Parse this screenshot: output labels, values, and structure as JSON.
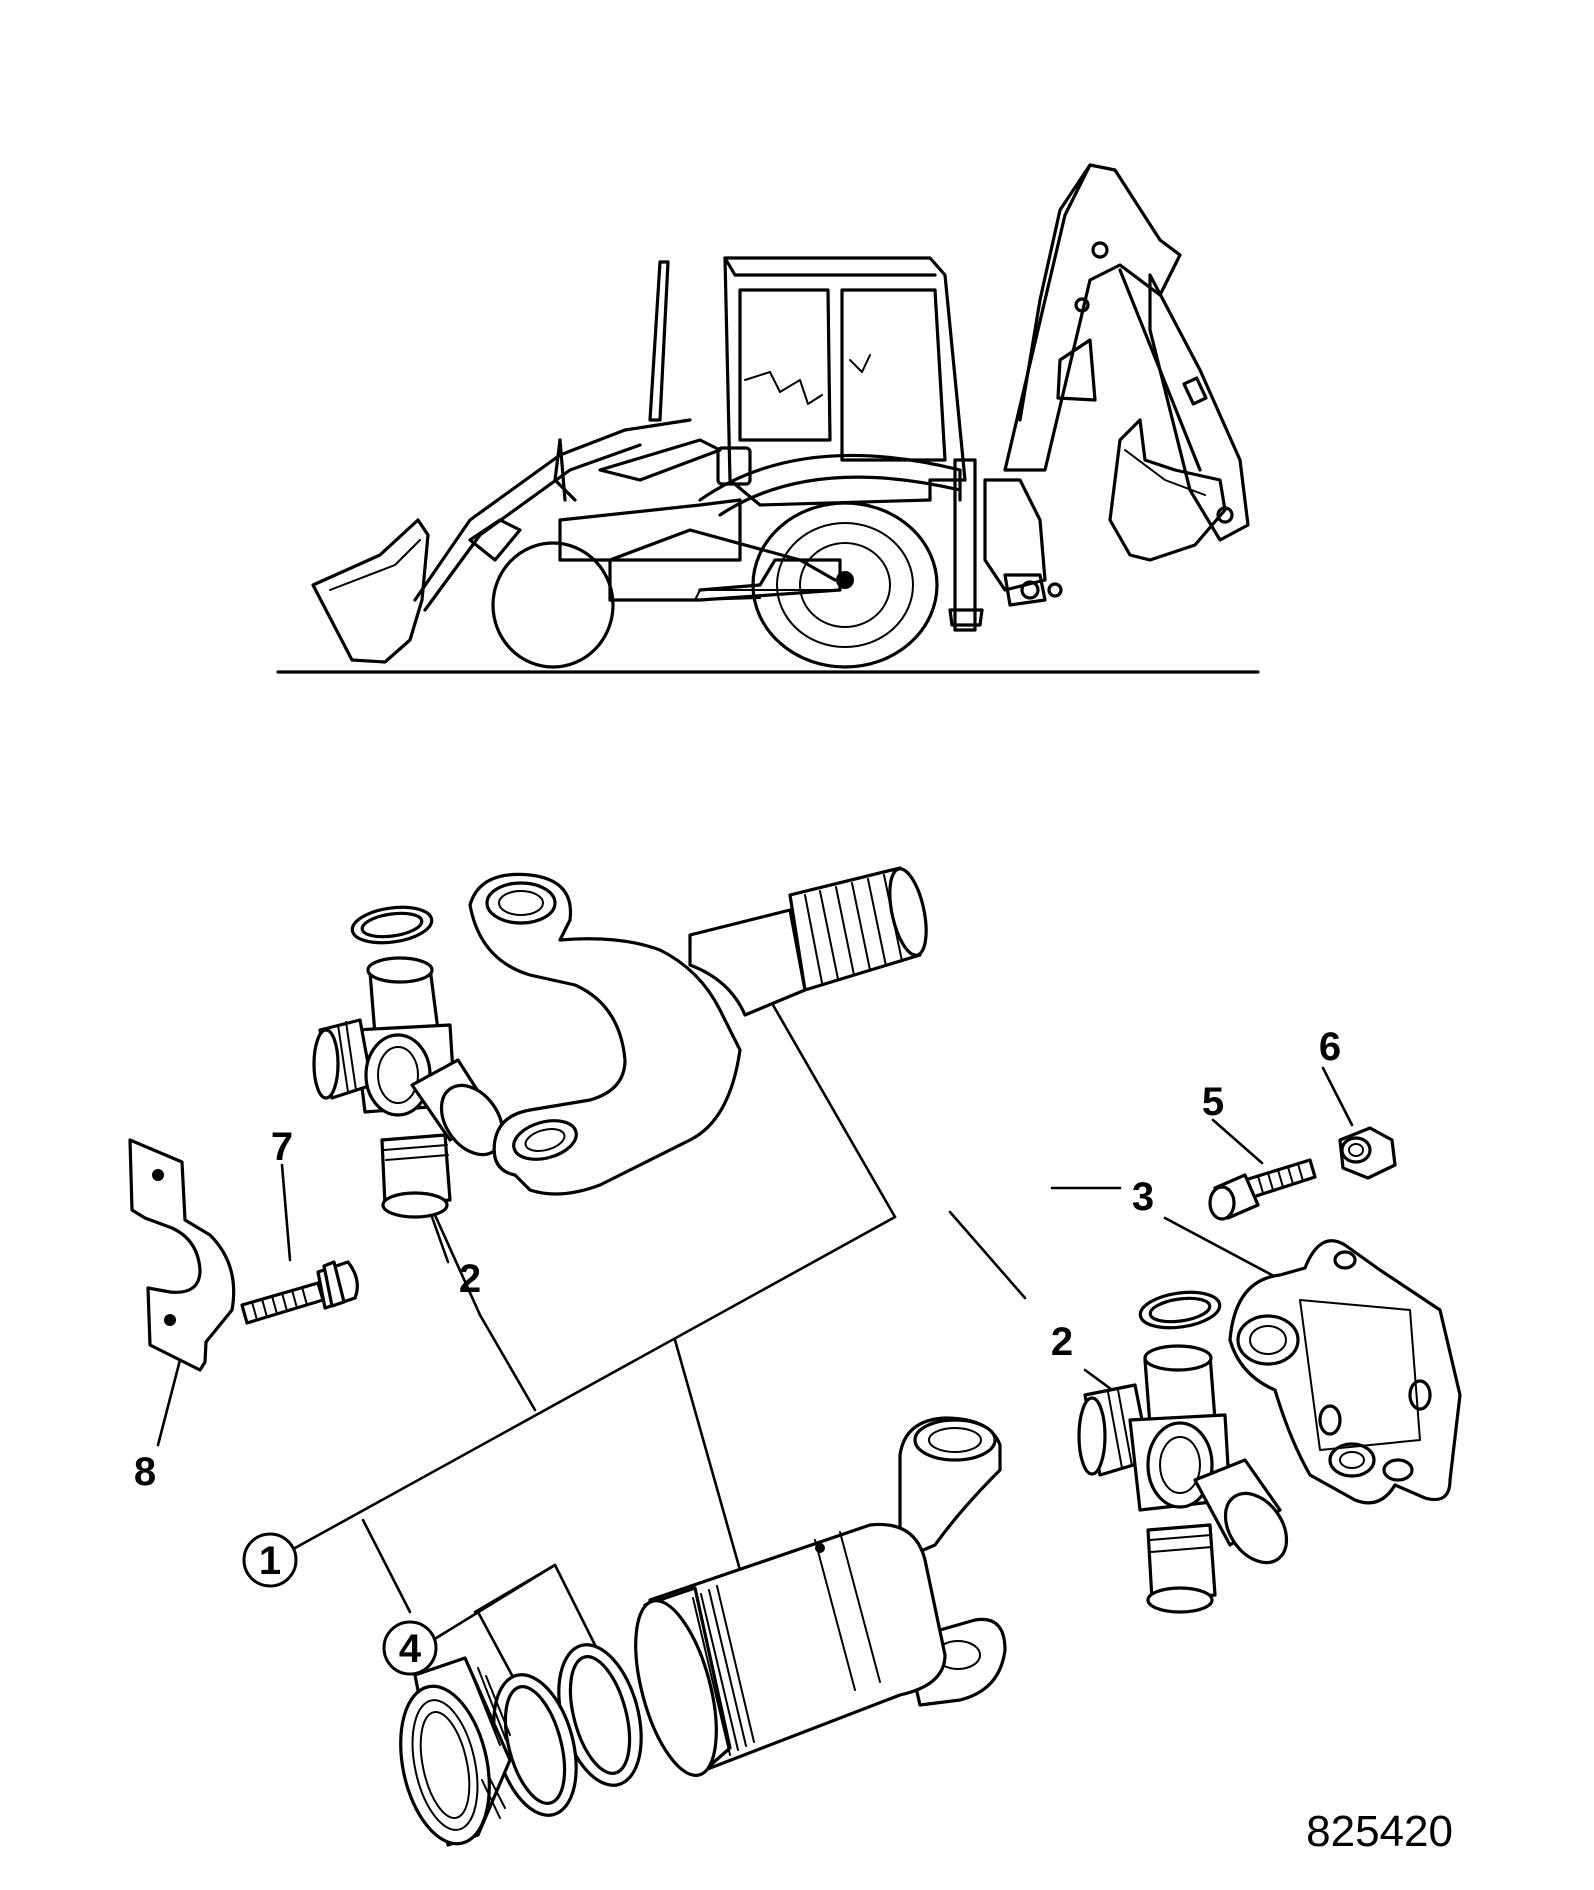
{
  "callouts": {
    "c1": "1",
    "c2a": "2",
    "c2b": "2",
    "c3": "3",
    "c4": "4",
    "c5": "5",
    "c6": "6",
    "c7": "7",
    "c8": "8"
  },
  "figure_code": "825420"
}
